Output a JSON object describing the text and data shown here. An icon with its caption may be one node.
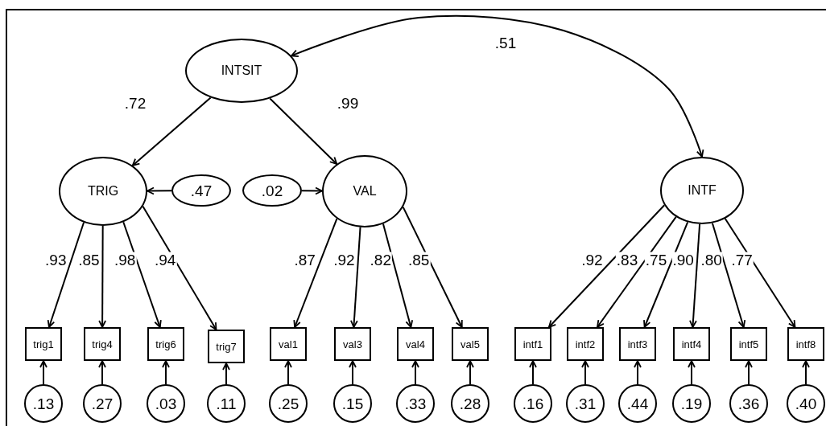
{
  "diagram": {
    "nodes": [
      {
        "text": [
          "INTSIT"
        ]
      },
      {
        "text": [
          "TRIG"
        ]
      },
      {
        "text": [
          ".47"
        ]
      },
      {
        "text": [
          ".02"
        ]
      },
      {
        "text": [
          "VAL"
        ]
      },
      {
        "text": [
          "INTF"
        ]
      },
      {
        "text": [
          "trig1"
        ]
      },
      {
        "text": [
          "trig4"
        ]
      },
      {
        "text": [
          "trig6"
        ]
      },
      {
        "text": [
          "trig7"
        ]
      },
      {
        "text": [
          "val1"
        ]
      },
      {
        "text": [
          "val3"
        ]
      },
      {
        "text": [
          "val4"
        ]
      },
      {
        "text": [
          "val5"
        ]
      },
      {
        "text": [
          "intf1"
        ]
      },
      {
        "text": [
          "intf2"
        ]
      },
      {
        "text": [
          "intf3"
        ]
      },
      {
        "text": [
          "intf4"
        ]
      },
      {
        "text": [
          "intf5"
        ]
      },
      {
        "text": [
          "intf8"
        ]
      },
      {
        "text": [
          ".13"
        ]
      },
      {
        "text": [
          ".27"
        ]
      },
      {
        "text": [
          ".03"
        ]
      },
      {
        "text": [
          ".11"
        ]
      },
      {
        "text": [
          ".25"
        ]
      },
      {
        "text": [
          ".15"
        ]
      },
      {
        "text": [
          ".33"
        ]
      },
      {
        "text": [
          ".28"
        ]
      },
      {
        "text": [
          ".16"
        ]
      },
      {
        "text": [
          ".31"
        ]
      },
      {
        "text": [
          ".44"
        ]
      },
      {
        "text": [
          ".19"
        ]
      },
      {
        "text": [
          ".36"
        ]
      },
      {
        "text": [
          ".40"
        ]
      }
    ],
    "edges": [
      {
        "from": 0,
        "to": 1,
        "arrow": "to",
        "label": ".72"
      },
      {
        "from": 0,
        "to": 4,
        "arrow": "to",
        "label": ".99"
      },
      {
        "from": 0,
        "to": 5,
        "arrow": "both",
        "label": ".51"
      },
      {
        "from": 2,
        "to": 1,
        "arrow": "to"
      },
      {
        "from": 3,
        "to": 4,
        "arrow": "to"
      },
      {
        "from": 1,
        "to": 6,
        "arrow": "to",
        "label": ".93"
      },
      {
        "from": 1,
        "to": 7,
        "arrow": "to",
        "label": ".85"
      },
      {
        "from": 1,
        "to": 8,
        "arrow": "to",
        "label": ".98"
      },
      {
        "from": 1,
        "to": 9,
        "arrow": "to",
        "label": ".94"
      },
      {
        "from": 4,
        "to": 10,
        "arrow": "to",
        "label": ".87"
      },
      {
        "from": 4,
        "to": 11,
        "arrow": "to",
        "label": ".92"
      },
      {
        "from": 4,
        "to": 12,
        "arrow": "to",
        "label": ".82"
      },
      {
        "from": 4,
        "to": 13,
        "arrow": "to",
        "label": ".85"
      },
      {
        "from": 5,
        "to": 14,
        "arrow": "to",
        "label": ".92"
      },
      {
        "from": 5,
        "to": 15,
        "arrow": "to",
        "label": ".83"
      },
      {
        "from": 5,
        "to": 16,
        "arrow": "to",
        "label": ".75"
      },
      {
        "from": 5,
        "to": 17,
        "arrow": "to",
        "label": ".90"
      },
      {
        "from": 5,
        "to": 18,
        "arrow": "to",
        "label": ".80"
      },
      {
        "from": 5,
        "to": 19,
        "arrow": "to",
        "label": ".77"
      },
      {
        "from": 20,
        "to": 6,
        "arrow": "to"
      },
      {
        "from": 21,
        "to": 7,
        "arrow": "to"
      },
      {
        "from": 22,
        "to": 8,
        "arrow": "to"
      },
      {
        "from": 23,
        "to": 9,
        "arrow": "to"
      },
      {
        "from": 24,
        "to": 10,
        "arrow": "to"
      },
      {
        "from": 25,
        "to": 11,
        "arrow": "to"
      },
      {
        "from": 26,
        "to": 12,
        "arrow": "to"
      },
      {
        "from": 27,
        "to": 13,
        "arrow": "to"
      },
      {
        "from": 28,
        "to": 14,
        "arrow": "to"
      },
      {
        "from": 29,
        "to": 15,
        "arrow": "to"
      },
      {
        "from": 30,
        "to": 16,
        "arrow": "to"
      },
      {
        "from": 31,
        "to": 17,
        "arrow": "to"
      },
      {
        "from": 32,
        "to": 18,
        "arrow": "to"
      },
      {
        "from": 33,
        "to": 19,
        "arrow": "to"
      }
    ]
  }
}
